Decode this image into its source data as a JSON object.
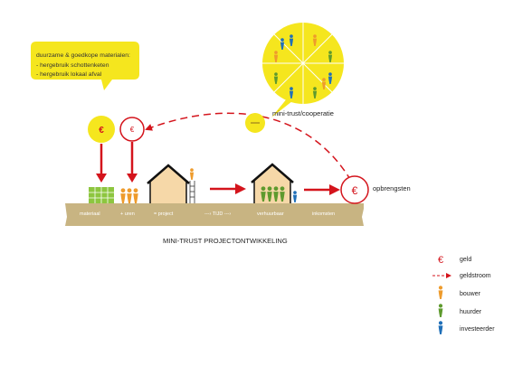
{
  "colors": {
    "yellow": "#f5e61e",
    "red": "#d4141c",
    "ground": "#c8b482",
    "orange": "#ee9b2c",
    "green": "#5e9a2e",
    "blue": "#1f6fb8",
    "house": "#f6d8a8"
  },
  "bubble": {
    "line1": "duurzame & goedkope materialen:",
    "line2": "- hergebruik schottenketen",
    "line3": "- hergebruik lokaal afval"
  },
  "coop": {
    "label": "mini-trust/cooperatie"
  },
  "symbols": {
    "euro": "€"
  },
  "ground_labels": {
    "materiaal": "materiaal",
    "uren": "+ uren",
    "project": "= project",
    "tijd": "---› TIJD ---›",
    "verhuurbaar": "verhuurbaar",
    "inkomsten": "inkomsten"
  },
  "opbrengsten": "opbrengsten",
  "caption": "MINI-TRUST PROJECTONTWIKKELING",
  "legend": {
    "geld": "geld",
    "geldstroom": "geldstroom",
    "bouwer": "bouwer",
    "huurder": "huurder",
    "investeerder": "investeerder"
  }
}
